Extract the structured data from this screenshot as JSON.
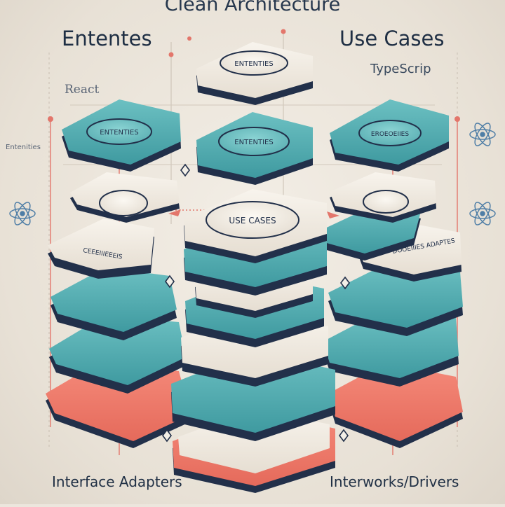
{
  "diagram": {
    "title": "Clean Architecture",
    "corner_labels": {
      "top_left": "Ententes",
      "top_right": "Use Cases",
      "bottom_left": "Interface Adapters",
      "bottom_right": "Interworks/Drivers"
    },
    "side_labels": {
      "typescript": "TypeScrip",
      "react": "React",
      "left_small": "Entenities"
    },
    "pill_labels": {
      "top_center": "ENTENTIES",
      "left": "ENTENTIES",
      "center": "ENTENTIES",
      "right": "EROEOEIIES",
      "use_cases": "USE CASES"
    },
    "slab_labels": {
      "left_row1": "CEEEIIIEEEIS",
      "right_row1": "DOOEIIIES ADAPTES"
    },
    "colors": {
      "background": "#ece6dd",
      "teal": "#4fa8ac",
      "teal_dark": "#2d6f75",
      "cream": "#f1ebe2",
      "coral": "#ee7566",
      "navy": "#22304a",
      "connector": "#e3766b"
    },
    "icons": [
      "atom-icon",
      "connector-star-icon"
    ]
  }
}
